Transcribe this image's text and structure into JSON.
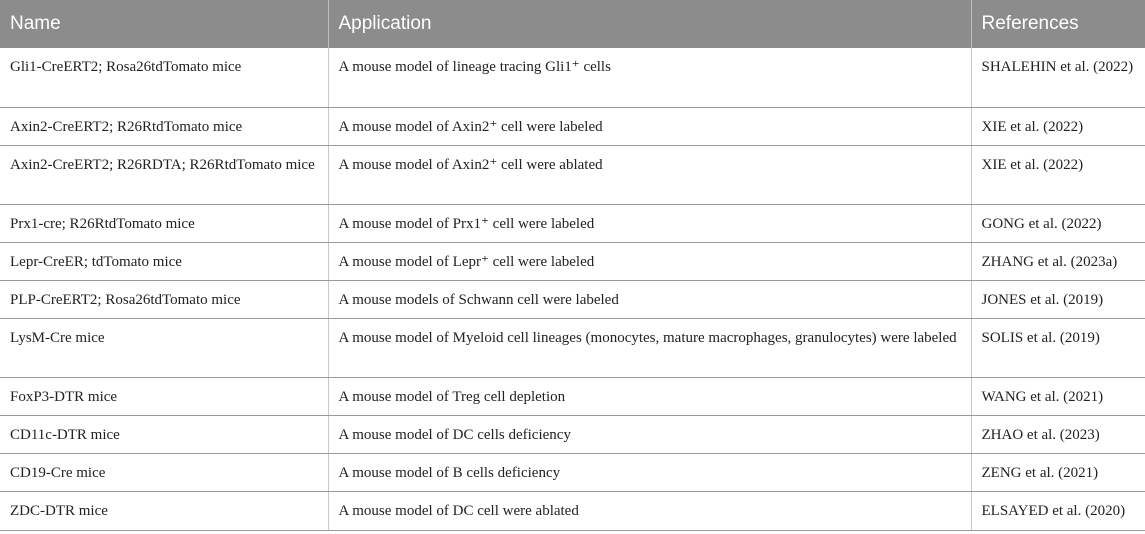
{
  "headers": {
    "name": "Name",
    "application": "Application",
    "references": "References"
  },
  "rows": [
    {
      "name": "Gli1-CreERT2; Rosa26tdTomato mice",
      "application": "A mouse model of lineage tracing Gli1⁺ cells",
      "reference": "SHALEHIN et al. (2022)"
    },
    {
      "name": "Axin2-CreERT2; R26RtdTomato mice",
      "application": "A mouse model of Axin2⁺ cell were labeled",
      "reference": "XIE et al. (2022)"
    },
    {
      "name": "Axin2-CreERT2; R26RDTA; R26RtdTomato mice",
      "application": "A mouse model of Axin2⁺ cell were ablated",
      "reference": "XIE et al. (2022)"
    },
    {
      "name": "Prx1-cre; R26RtdTomato mice",
      "application": "A mouse model of Prx1⁺ cell were labeled",
      "reference": "GONG et al. (2022)"
    },
    {
      "name": "Lepr-CreER; tdTomato mice",
      "application": "A mouse model of Lepr⁺ cell were labeled",
      "reference": "ZHANG et al. (2023a)"
    },
    {
      "name": "PLP-CreERT2; Rosa26tdTomato mice",
      "application": "A mouse models of Schwann cell were labeled",
      "reference": "JONES et al. (2019)"
    },
    {
      "name": "LysM-Cre mice",
      "application": "A mouse model of Myeloid cell lineages (monocytes, mature macrophages, granulocytes) were labeled",
      "reference": "SOLIS et al. (2019)"
    },
    {
      "name": "FoxP3-DTR mice",
      "application": "A mouse model of Treg cell depletion",
      "reference": "WANG et al. (2021)"
    },
    {
      "name": "CD11c-DTR mice",
      "application": "A mouse model of DC cells deficiency",
      "reference": "ZHAO et al. (2023)"
    },
    {
      "name": "CD19-Cre mice",
      "application": "A mouse model of B cells deficiency",
      "reference": "ZENG et al. (2021)"
    },
    {
      "name": "ZDC-DTR mice",
      "application": "A mouse model of DC cell were ablated",
      "reference": "ELSAYED et al. (2020)"
    }
  ]
}
